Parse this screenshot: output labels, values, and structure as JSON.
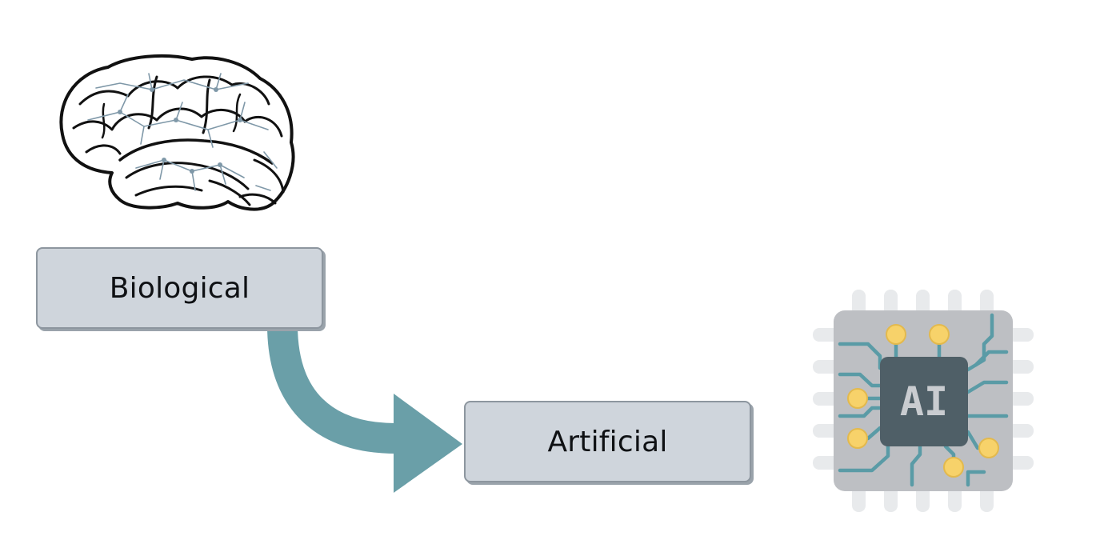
{
  "diagram": {
    "nodes": {
      "biological": {
        "label": "Biological",
        "icon": "brain-icon"
      },
      "artificial": {
        "label": "Artificial",
        "icon": "ai-chip-icon"
      }
    },
    "edges": [
      {
        "from": "biological",
        "to": "artificial",
        "style": "curved-arrow",
        "color": "#6a9fa8"
      }
    ],
    "chip": {
      "text": "AI"
    }
  },
  "colors": {
    "arrow": "#6a9fa8",
    "box_fill": "#cfd5dc",
    "box_border": "#8d969f",
    "chip_body": "#bdbfc3",
    "chip_core": "#4f5f67",
    "chip_trace": "#5a9ba6",
    "chip_dot": "#f7d26a",
    "chip_pin": "#e8eaec"
  }
}
